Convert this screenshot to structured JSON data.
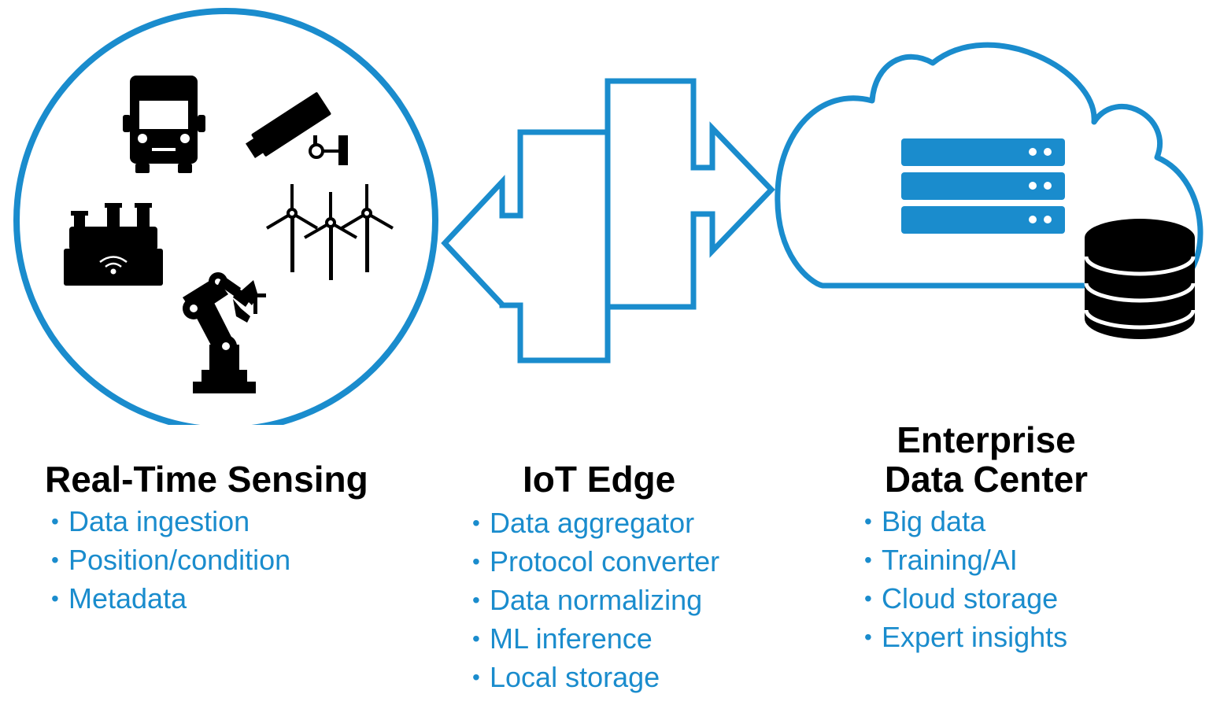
{
  "colors": {
    "accent": "#1a8ccd",
    "icon": "#000000",
    "server": "#1a8ccd"
  },
  "sections": [
    {
      "title": "Real-Time Sensing",
      "items": [
        "Data ingestion",
        "Position/condition",
        "Metadata"
      ]
    },
    {
      "title": "IoT Edge",
      "items": [
        "Data aggregator",
        "Protocol converter",
        "Data normalizing",
        "ML inference",
        "Local storage"
      ]
    },
    {
      "title_line1": "Enterprise",
      "title_line2": "Data Center",
      "items": [
        "Big data",
        "Training/AI",
        "Cloud storage",
        "Expert insights"
      ]
    }
  ],
  "icons": [
    "truck-icon",
    "security-camera-icon",
    "wind-turbines-icon",
    "iot-gateway-icon",
    "robot-arm-icon",
    "server-rack-icon",
    "database-icon",
    "cloud-icon"
  ]
}
